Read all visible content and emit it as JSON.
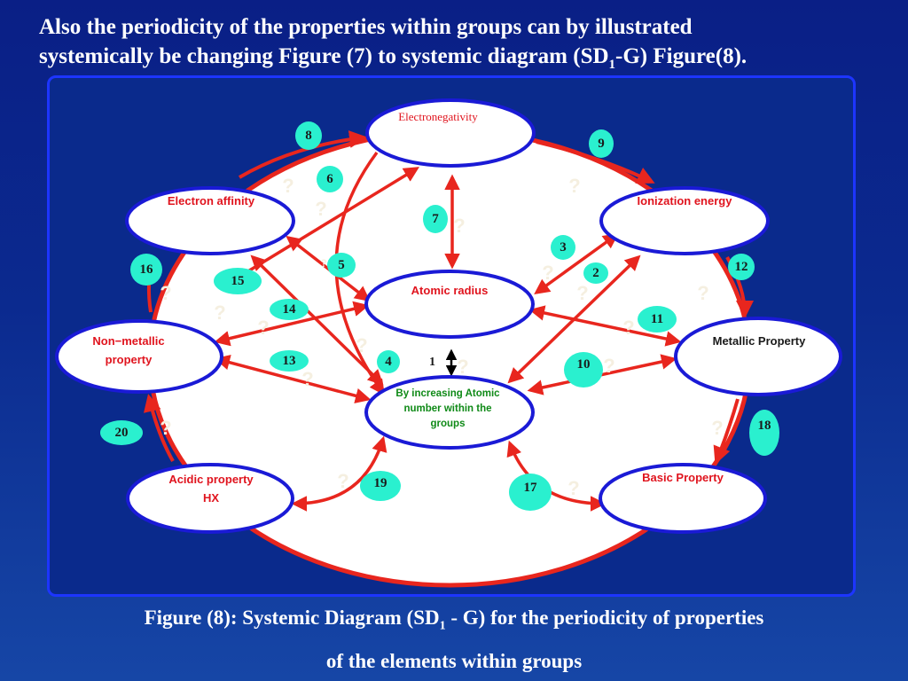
{
  "slide": {
    "heading_line1": "Also the periodicity of the properties within groups can by illustrated",
    "heading_line2_pre": "systemically be changing Figure (7) to systemic diagram (SD",
    "heading_line2_sub": "1",
    "heading_line2_post": "-G) Figure(8).",
    "caption_line1_pre": "Figure (8): Systemic Diagram (SD",
    "caption_line1_sub": "1",
    "caption_line1_post": " - G) for the periodicity of properties",
    "caption_line2": "of the elements within groups"
  },
  "colors": {
    "ellipse_fill": "#ffffff",
    "ellipse_stroke": "#1a1ad6",
    "arrow": "#e8261e",
    "badge": "#2af0cf",
    "node_text": "#e0141e",
    "center_text": "#0f8a17"
  },
  "nodes": {
    "electronegativity": "Electronegativity",
    "electron_affinity": "Electron affinity",
    "ionization_energy": "Ionization energy",
    "atomic_radius": "Atomic radius",
    "non_metallic_1": "Non−metallic",
    "non_metallic_2": "property",
    "metallic": "Metallic Property",
    "center_1": "By increasing Atomic",
    "center_2": "number within the",
    "center_3": "groups",
    "acidic_1": "Acidic property",
    "acidic_2": "HX",
    "basic": "Basic Property"
  },
  "badges": [
    "8",
    "9",
    "6",
    "7",
    "3",
    "16",
    "5",
    "12",
    "2",
    "15",
    "14",
    "11",
    "13",
    "4",
    "10",
    "18",
    "20",
    "19",
    "17"
  ],
  "marks": {
    "one": "1",
    "q": "?"
  }
}
